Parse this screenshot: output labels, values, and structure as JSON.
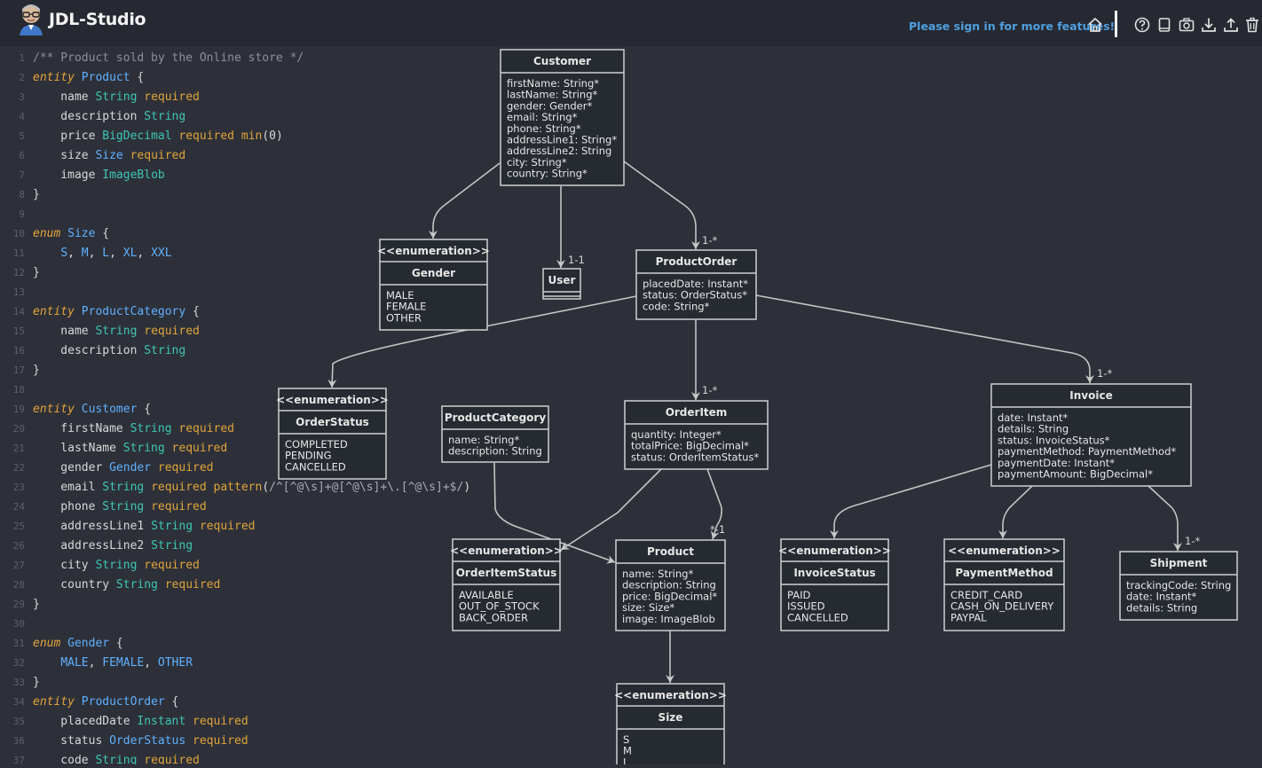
{
  "app": {
    "title": "JDL-Studio",
    "signin": "Please sign in for more features!"
  },
  "toolbar_icons": [
    "home-icon",
    "help-icon",
    "book-icon",
    "camera-icon",
    "download-icon",
    "upload-icon",
    "trash-icon"
  ],
  "editor": {
    "lines": [
      {
        "n": "1",
        "segs": [
          [
            "cm",
            "/** Product sold by the Online store */"
          ]
        ]
      },
      {
        "n": "2",
        "segs": [
          [
            "kw",
            "entity"
          ],
          [
            "txt",
            " "
          ],
          [
            "name",
            "Product"
          ],
          [
            "txt",
            " {"
          ]
        ]
      },
      {
        "n": "3",
        "segs": [
          [
            "txt",
            "    name "
          ],
          [
            "type",
            "String"
          ],
          [
            "txt",
            " "
          ],
          [
            "mod",
            "required"
          ]
        ]
      },
      {
        "n": "4",
        "segs": [
          [
            "txt",
            "    description "
          ],
          [
            "type",
            "String"
          ]
        ]
      },
      {
        "n": "5",
        "segs": [
          [
            "txt",
            "    price "
          ],
          [
            "type",
            "BigDecimal"
          ],
          [
            "txt",
            " "
          ],
          [
            "mod",
            "required"
          ],
          [
            "txt",
            " "
          ],
          [
            "mod",
            "min"
          ],
          [
            "txt",
            "(0)"
          ]
        ]
      },
      {
        "n": "6",
        "segs": [
          [
            "txt",
            "    size "
          ],
          [
            "name",
            "Size"
          ],
          [
            "txt",
            " "
          ],
          [
            "mod",
            "required"
          ]
        ]
      },
      {
        "n": "7",
        "segs": [
          [
            "txt",
            "    image "
          ],
          [
            "type",
            "ImageBlob"
          ]
        ]
      },
      {
        "n": "8",
        "segs": [
          [
            "txt",
            "}"
          ]
        ]
      },
      {
        "n": "9",
        "segs": []
      },
      {
        "n": "10",
        "segs": [
          [
            "kw",
            "enum"
          ],
          [
            "txt",
            " "
          ],
          [
            "name",
            "Size"
          ],
          [
            "txt",
            " {"
          ]
        ]
      },
      {
        "n": "11",
        "segs": [
          [
            "txt",
            "    "
          ],
          [
            "val",
            "S"
          ],
          [
            "txt",
            ", "
          ],
          [
            "val",
            "M"
          ],
          [
            "txt",
            ", "
          ],
          [
            "val",
            "L"
          ],
          [
            "txt",
            ", "
          ],
          [
            "val",
            "XL"
          ],
          [
            "txt",
            ", "
          ],
          [
            "val",
            "XXL"
          ]
        ]
      },
      {
        "n": "12",
        "segs": [
          [
            "txt",
            "}"
          ]
        ]
      },
      {
        "n": "13",
        "segs": []
      },
      {
        "n": "14",
        "segs": [
          [
            "kw",
            "entity"
          ],
          [
            "txt",
            " "
          ],
          [
            "name",
            "ProductCategory"
          ],
          [
            "txt",
            " {"
          ]
        ]
      },
      {
        "n": "15",
        "segs": [
          [
            "txt",
            "    name "
          ],
          [
            "type",
            "String"
          ],
          [
            "txt",
            " "
          ],
          [
            "mod",
            "required"
          ]
        ]
      },
      {
        "n": "16",
        "segs": [
          [
            "txt",
            "    description "
          ],
          [
            "type",
            "String"
          ]
        ]
      },
      {
        "n": "17",
        "segs": [
          [
            "txt",
            "}"
          ]
        ]
      },
      {
        "n": "18",
        "segs": []
      },
      {
        "n": "19",
        "segs": [
          [
            "kw",
            "entity"
          ],
          [
            "txt",
            " "
          ],
          [
            "name",
            "Customer"
          ],
          [
            "txt",
            " {"
          ]
        ]
      },
      {
        "n": "20",
        "segs": [
          [
            "txt",
            "    firstName "
          ],
          [
            "type",
            "String"
          ],
          [
            "txt",
            " "
          ],
          [
            "mod",
            "required"
          ]
        ]
      },
      {
        "n": "21",
        "segs": [
          [
            "txt",
            "    lastName "
          ],
          [
            "type",
            "String"
          ],
          [
            "txt",
            " "
          ],
          [
            "mod",
            "required"
          ]
        ]
      },
      {
        "n": "22",
        "segs": [
          [
            "txt",
            "    gender "
          ],
          [
            "name",
            "Gender"
          ],
          [
            "txt",
            " "
          ],
          [
            "mod",
            "required"
          ]
        ]
      },
      {
        "n": "23",
        "segs": [
          [
            "txt",
            "    email "
          ],
          [
            "type",
            "String"
          ],
          [
            "txt",
            " "
          ],
          [
            "mod",
            "required"
          ],
          [
            "txt",
            " "
          ],
          [
            "mod",
            "pattern"
          ],
          [
            "txt",
            "("
          ],
          [
            "re",
            "/^[^@\\s]+@[^@\\s]+\\.[^@\\s]+$/"
          ],
          [
            "txt",
            ")"
          ]
        ]
      },
      {
        "n": "24",
        "segs": [
          [
            "txt",
            "    phone "
          ],
          [
            "type",
            "String"
          ],
          [
            "txt",
            " "
          ],
          [
            "mod",
            "required"
          ]
        ]
      },
      {
        "n": "25",
        "segs": [
          [
            "txt",
            "    addressLine1 "
          ],
          [
            "type",
            "String"
          ],
          [
            "txt",
            " "
          ],
          [
            "mod",
            "required"
          ]
        ]
      },
      {
        "n": "26",
        "segs": [
          [
            "txt",
            "    addressLine2 "
          ],
          [
            "type",
            "String"
          ]
        ]
      },
      {
        "n": "27",
        "segs": [
          [
            "txt",
            "    city "
          ],
          [
            "type",
            "String"
          ],
          [
            "txt",
            " "
          ],
          [
            "mod",
            "required"
          ]
        ]
      },
      {
        "n": "28",
        "segs": [
          [
            "txt",
            "    country "
          ],
          [
            "type",
            "String"
          ],
          [
            "txt",
            " "
          ],
          [
            "mod",
            "required"
          ]
        ]
      },
      {
        "n": "29",
        "segs": [
          [
            "txt",
            "}"
          ]
        ]
      },
      {
        "n": "30",
        "segs": []
      },
      {
        "n": "31",
        "segs": [
          [
            "kw",
            "enum"
          ],
          [
            "txt",
            " "
          ],
          [
            "name",
            "Gender"
          ],
          [
            "txt",
            " {"
          ]
        ]
      },
      {
        "n": "32",
        "segs": [
          [
            "txt",
            "    "
          ],
          [
            "val",
            "MALE"
          ],
          [
            "txt",
            ", "
          ],
          [
            "val",
            "FEMALE"
          ],
          [
            "txt",
            ", "
          ],
          [
            "val",
            "OTHER"
          ]
        ]
      },
      {
        "n": "33",
        "segs": [
          [
            "txt",
            "}"
          ]
        ]
      },
      {
        "n": "34",
        "segs": [
          [
            "kw",
            "entity"
          ],
          [
            "txt",
            " "
          ],
          [
            "name",
            "ProductOrder"
          ],
          [
            "txt",
            " {"
          ]
        ]
      },
      {
        "n": "35",
        "segs": [
          [
            "txt",
            "    placedDate "
          ],
          [
            "type",
            "Instant"
          ],
          [
            "txt",
            " "
          ],
          [
            "mod",
            "required"
          ]
        ]
      },
      {
        "n": "36",
        "segs": [
          [
            "txt",
            "    status "
          ],
          [
            "name",
            "OrderStatus"
          ],
          [
            "txt",
            " "
          ],
          [
            "mod",
            "required"
          ]
        ]
      },
      {
        "n": "37",
        "segs": [
          [
            "txt",
            "    code "
          ],
          [
            "type",
            "String"
          ],
          [
            "txt",
            " "
          ],
          [
            "mod",
            "required"
          ]
        ]
      }
    ]
  },
  "diagram": {
    "boxes": [
      {
        "id": "customer",
        "stereo": "",
        "title": "Customer",
        "fields": [
          "firstName: String*",
          "lastName: String*",
          "gender: Gender*",
          "email: String*",
          "phone: String*",
          "addressLine1: String*",
          "addressLine2: String",
          "city: String*",
          "country: String*"
        ]
      },
      {
        "id": "gender",
        "stereo": "<<enumeration>>",
        "title": "Gender",
        "fields": [
          "MALE",
          "FEMALE",
          "OTHER"
        ]
      },
      {
        "id": "user",
        "stereo": "",
        "title": "User",
        "fields": []
      },
      {
        "id": "productorder",
        "stereo": "",
        "title": "ProductOrder",
        "fields": [
          "placedDate: Instant*",
          "status: OrderStatus*",
          "code: String*"
        ]
      },
      {
        "id": "orderstatus",
        "stereo": "<<enumeration>>",
        "title": "OrderStatus",
        "fields": [
          "COMPLETED",
          "PENDING",
          "CANCELLED"
        ]
      },
      {
        "id": "productcategory",
        "stereo": "",
        "title": "ProductCategory",
        "fields": [
          "name: String*",
          "description: String"
        ]
      },
      {
        "id": "orderitem",
        "stereo": "",
        "title": "OrderItem",
        "fields": [
          "quantity: Integer*",
          "totalPrice: BigDecimal*",
          "status: OrderItemStatus*"
        ]
      },
      {
        "id": "invoice",
        "stereo": "",
        "title": "Invoice",
        "fields": [
          "date: Instant*",
          "details: String",
          "status: InvoiceStatus*",
          "paymentMethod: PaymentMethod*",
          "paymentDate: Instant*",
          "paymentAmount: BigDecimal*"
        ]
      },
      {
        "id": "orderitemstatus",
        "stereo": "<<enumeration>>",
        "title": "OrderItemStatus",
        "fields": [
          "AVAILABLE",
          "OUT_OF_STOCK",
          "BACK_ORDER"
        ]
      },
      {
        "id": "product",
        "stereo": "",
        "title": "Product",
        "fields": [
          "name: String*",
          "description: String",
          "price: BigDecimal*",
          "size: Size*",
          "image: ImageBlob"
        ]
      },
      {
        "id": "invoicestatus",
        "stereo": "<<enumeration>>",
        "title": "InvoiceStatus",
        "fields": [
          "PAID",
          "ISSUED",
          "CANCELLED"
        ]
      },
      {
        "id": "paymentmethod",
        "stereo": "<<enumeration>>",
        "title": "PaymentMethod",
        "fields": [
          "CREDIT_CARD",
          "CASH_ON_DELIVERY",
          "PAYPAL"
        ]
      },
      {
        "id": "shipment",
        "stereo": "",
        "title": "Shipment",
        "fields": [
          "trackingCode: String",
          "date: Instant*",
          "details: String"
        ]
      },
      {
        "id": "size",
        "stereo": "<<enumeration>>",
        "title": "Size",
        "fields": [
          "S",
          "M",
          "L"
        ]
      }
    ],
    "multiplicities": [
      "1-1",
      "1-*",
      "1-*",
      "1-*",
      "1-*",
      "*-1"
    ]
  }
}
